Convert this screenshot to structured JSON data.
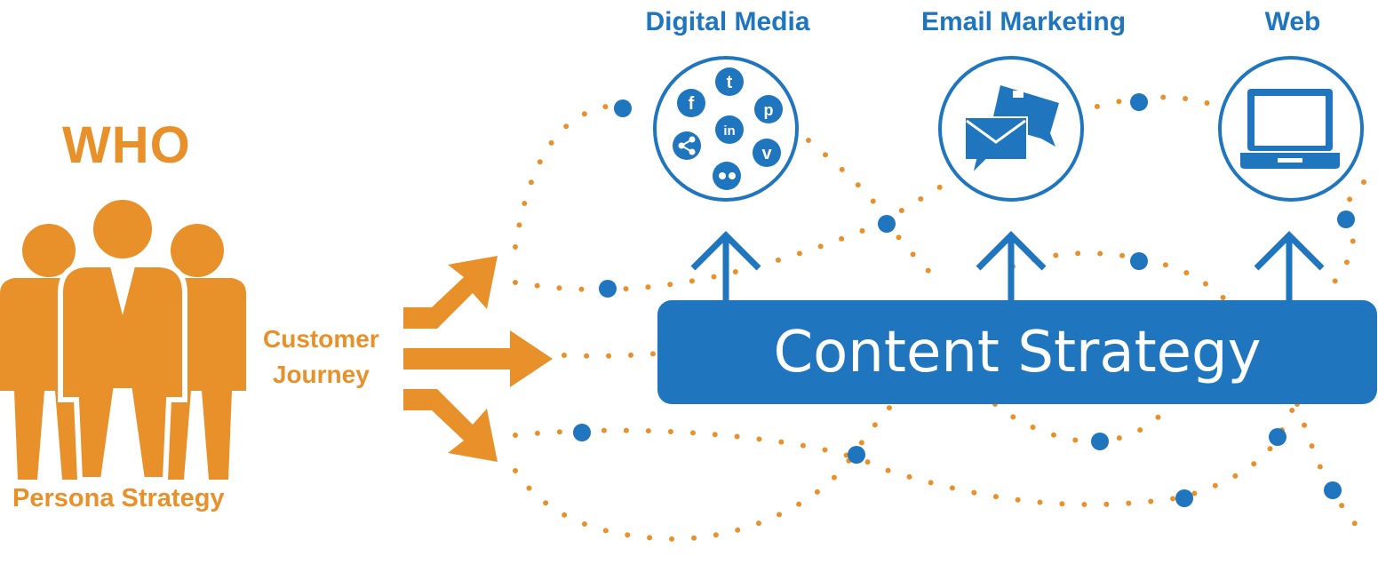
{
  "persona": {
    "heading": "WHO",
    "caption": "Persona Strategy"
  },
  "journey": {
    "line1": "Customer",
    "line2": "Journey"
  },
  "channels": [
    {
      "label": "Digital Media",
      "icon": "social-media-icons"
    },
    {
      "label": "Email Marketing",
      "icon": "email-envelope-icon"
    },
    {
      "label": "Web",
      "icon": "laptop-icon"
    }
  ],
  "content_strategy": {
    "label": "Content Strategy"
  },
  "social_icons": [
    "twitter-icon",
    "facebook-icon",
    "pinterest-icon",
    "linkedin-icon",
    "share-icon",
    "vimeo-icon",
    "flickr-icon"
  ],
  "colors": {
    "orange": "#E8912A",
    "blue": "#1F75BE",
    "white": "#FFFFFF"
  }
}
